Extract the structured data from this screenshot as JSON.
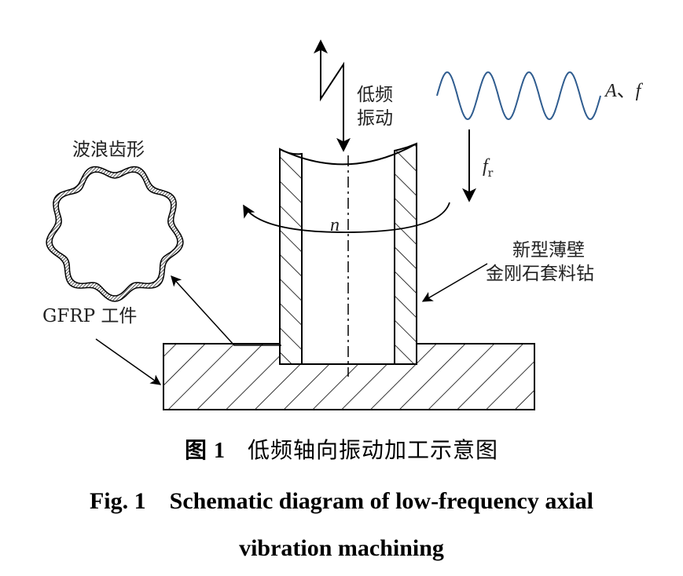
{
  "labels": {
    "vibration_line1": "低频",
    "vibration_line2": "振动",
    "amplitude_A": "A",
    "amplitude_sep": "、",
    "amplitude_f": "f",
    "feed_f": "f",
    "feed_sub": "r",
    "rotation_n": "n",
    "wave_tooth": "波浪齿形",
    "drill_line1": "新型薄壁",
    "drill_line2": "金刚石套料钻",
    "workpiece": "GFRP 工件"
  },
  "caption": {
    "cn_number": "图 1",
    "cn_text": "低频轴向振动加工示意图",
    "en_number": "Fig. 1",
    "en_line1": "Schematic diagram of low-frequency axial",
    "en_line2": "vibration machining"
  },
  "colors": {
    "line": "#000000",
    "wave": "#2f5c8f"
  }
}
